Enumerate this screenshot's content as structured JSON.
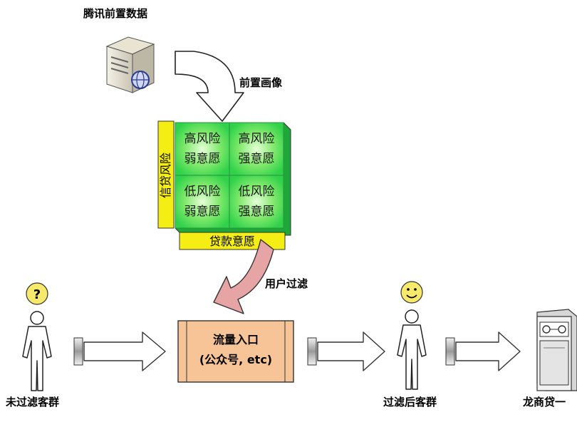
{
  "labels": {
    "source_title": "腾讯前置数据",
    "pre_portrait": "前置画像",
    "user_filter": "用户过滤",
    "unfiltered_customers": "未过滤客群",
    "filtered_customers": "过滤后客群",
    "partner": "龙商贷一"
  },
  "matrix": {
    "side_axis": "信贷风险",
    "bottom_axis": "贷款意愿",
    "cells": [
      {
        "line1": "高风险",
        "line2": "弱意愿"
      },
      {
        "line1": "高风险",
        "line2": "强意愿"
      },
      {
        "line1": "低风险",
        "line2": "弱意愿"
      },
      {
        "line1": "低风险",
        "line2": "强意愿"
      }
    ]
  },
  "entry": {
    "line1": "流量入口",
    "line2": "(公众号, etc)"
  },
  "icons": {
    "unfiltered_badge": "?",
    "filtered_badge": "smiley"
  },
  "colors": {
    "matrix_green": "#2fd24a",
    "matrix_light": "#d8ffd0",
    "axis_yellow": "#f5ee14",
    "entry_fill": "#f7c497",
    "badge_yellow": "#f6e96b",
    "pink_arrow": "#e6a4a4"
  }
}
